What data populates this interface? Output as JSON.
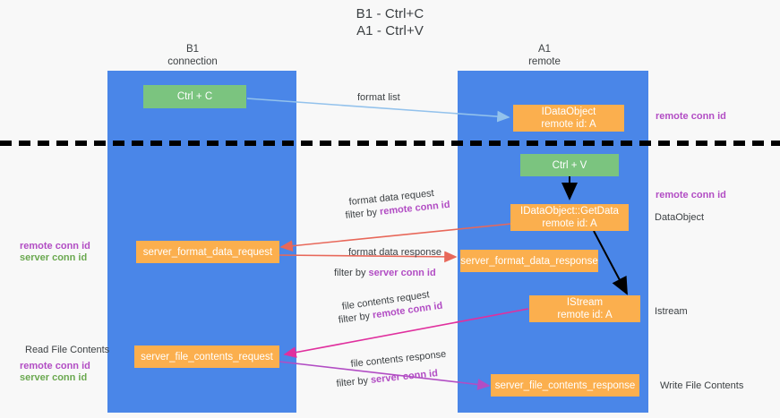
{
  "title": {
    "line1": "B1 - Ctrl+C",
    "line2": "A1 - Ctrl+V"
  },
  "columns": [
    {
      "name": "B1",
      "sub": "connection"
    },
    {
      "name": "A1",
      "sub": "remote"
    }
  ],
  "boxes": {
    "ctrl_c": "Ctrl + C",
    "ctrl_v": "Ctrl + V",
    "idataobject_top_l1": "IDataObject",
    "idataobject_top_l2": "remote id: A",
    "getdata_l1": "IDataObject::GetData",
    "getdata_l2": "remote id: A",
    "istream_l1": "IStream",
    "istream_l2": "remote id: A",
    "server_format_data_request": "server_format_data_request",
    "server_format_data_response": "server_format_data_response",
    "server_file_contents_request": "server_file_contents_request",
    "server_file_contents_response": "server_file_contents_response"
  },
  "edges": {
    "format_list": "format list",
    "format_data_request": "format data request",
    "format_data_request_filter_prefix": "filter by ",
    "format_data_request_filter_key": "remote conn id",
    "format_data_response": "format data response",
    "format_data_response_filter_prefix": "filter by ",
    "format_data_response_filter_key": "server conn id",
    "file_contents_request": "file contents request",
    "file_contents_request_filter_prefix": "filter by ",
    "file_contents_request_filter_key": "remote conn id",
    "file_contents_response": "file contents response",
    "file_contents_response_filter_prefix": "filter by ",
    "file_contents_response_filter_key": "server conn id"
  },
  "annotations": {
    "right_remote_conn_id_top": "remote conn id",
    "right_remote_conn_id_mid": "remote conn id",
    "right_dataobject": "DataObject",
    "right_istream": "Istream",
    "right_write_file_contents": "Write File Contents",
    "left_remote_conn_id_mid": "remote conn id",
    "left_server_conn_id_mid": "server conn id",
    "left_read_file_contents": "Read File Contents",
    "left_remote_conn_id_bot": "remote conn id",
    "left_server_conn_id_bot": "server conn id"
  },
  "colors": {
    "lane": "#4a86e8",
    "green_box": "#7bc47f",
    "orange_box": "#fbaf4e",
    "purple_text": "#b24dc4",
    "green_text": "#6aa84f",
    "arrow_lightblue": "#93c2ec",
    "arrow_red": "#e8685a",
    "arrow_pink": "#e0309e",
    "arrow_violet": "#b24dc4",
    "arrow_black": "#000000",
    "background": "#f8f8f8"
  }
}
